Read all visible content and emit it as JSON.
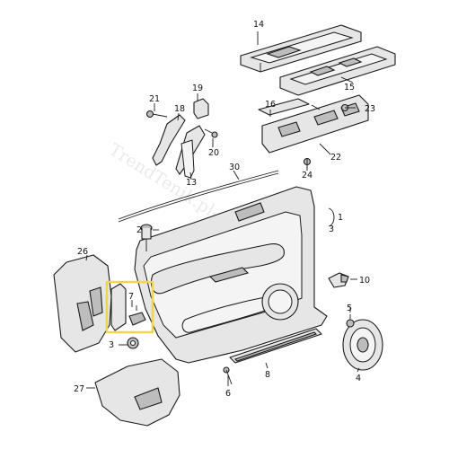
{
  "watermark": "TrendTenik.pl-shop",
  "highlight_color": "#f1d64a",
  "callouts": {
    "c1": "1",
    "c2": "2",
    "c3": "3",
    "c3b": "3",
    "c4": "4",
    "c5": "5",
    "c6": "6",
    "c7": "7",
    "c8": "8",
    "c10": "10",
    "c13": "13",
    "c14": "14",
    "c15": "15",
    "c16": "16",
    "c18": "18",
    "c19": "19",
    "c20": "20",
    "c21": "21",
    "c22": "22",
    "c23": "23",
    "c24": "24",
    "c26": "26",
    "c27": "27",
    "c30": "30"
  }
}
